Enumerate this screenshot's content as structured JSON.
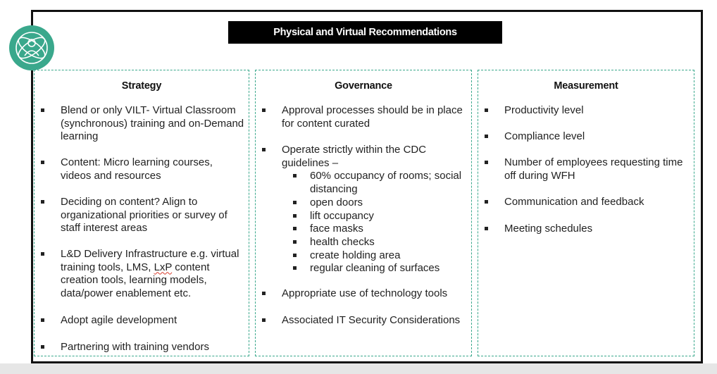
{
  "title": "Physical and Virtual Recommendations",
  "colors": {
    "accent": "#3aa88c",
    "title_bg": "#000000",
    "title_fg": "#ffffff"
  },
  "logo_icon": "people-globe-icon",
  "strategy": {
    "heading": "Strategy",
    "items": [
      "Blend or only VILT- Virtual Classroom (synchronous) training and on-Demand learning",
      "Content: Micro learning courses, videos and resources",
      "Deciding on content? Align to organizational priorities or survey of staff interest areas",
      {
        "before": "L&D Delivery Infrastructure e.g. virtual training tools, LMS, ",
        "marked": "LxP",
        "after": " content creation tools, learning models, data/power enablement etc."
      },
      "Adopt agile development",
      "Partnering with training vendors"
    ]
  },
  "governance": {
    "heading": "Governance",
    "items": [
      "Approval processes should be in place for content curated",
      "Operate strictly within the CDC guidelines –",
      "Appropriate use of technology tools",
      "Associated IT Security Considerations"
    ],
    "cdc_sub_items": [
      "60% occupancy of rooms; social distancing",
      "open doors",
      "lift occupancy",
      "face masks",
      "health checks",
      "create holding area",
      "regular cleaning of surfaces"
    ]
  },
  "measurement": {
    "heading": "Measurement",
    "items": [
      "Productivity level",
      "Compliance level",
      "Number of employees requesting time off during WFH",
      "Communication and feedback",
      "Meeting schedules"
    ]
  }
}
